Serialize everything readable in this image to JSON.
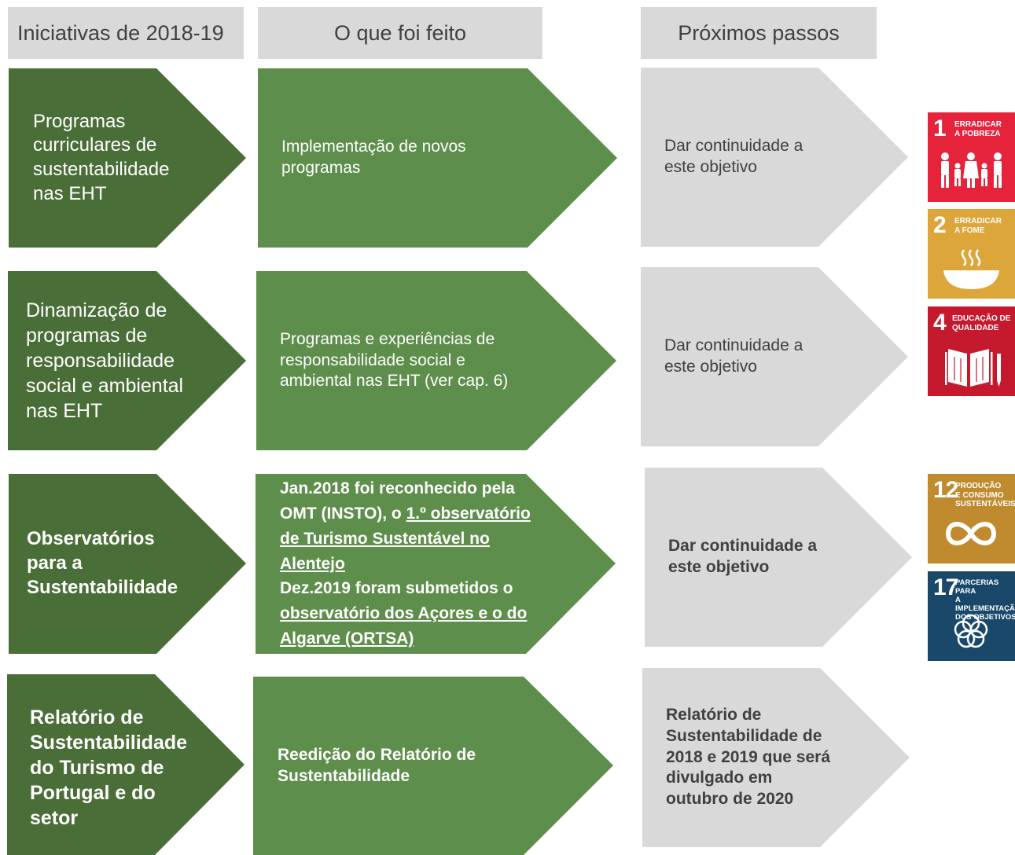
{
  "headers": [
    "Iniciativas de 2018-19",
    "O que foi feito",
    "Próximos passos"
  ],
  "rows": [
    {
      "initiative": [
        "Programas",
        "curriculares de",
        "sustentabilidade",
        "nas EHT"
      ],
      "done": [
        "Implementação de novos",
        "programas"
      ],
      "next": [
        "Dar continuidade a",
        "este objetivo"
      ]
    },
    {
      "initiative": [
        "Dinamização de",
        "programas de",
        "responsabilidade",
        "social e ambiental",
        "nas EHT"
      ],
      "done": [
        "Programas e experiências de",
        "responsabilidade social e",
        "ambiental nas EHT (ver cap. 6)"
      ],
      "next": [
        "Dar continuidade a",
        "este objetivo"
      ]
    },
    {
      "initiative": [
        "Observatórios",
        "para a",
        "Sustentabilidade"
      ],
      "done_parts": {
        "l1": "Jan.2018 foi reconhecido pela",
        "l2a": "OMT (INSTO), o ",
        "l2b": "1.º observatório",
        "l3": "de Turismo Sustentável no",
        "l4": "Alentejo",
        "l5": "Dez.2019 foram submetidos o",
        "l6": "observatório dos Açores e o do",
        "l7": "Algarve (ORTSA)"
      },
      "next": [
        "Dar continuidade a",
        "este objetivo"
      ]
    },
    {
      "initiative": [
        "Relatório de",
        "Sustentabilidade",
        "do Turismo de",
        "Portugal e do",
        "setor"
      ],
      "done": [
        "Reedição do Relatório de",
        "Sustentabilidade"
      ],
      "next": [
        "Relatório de",
        "Sustentabilidade de",
        "2018 e 2019 que será",
        "divulgado em",
        "outubro de 2020"
      ]
    }
  ],
  "sdg_goals": [
    {
      "number": "1",
      "label": [
        "Erradicar",
        "a pobreza"
      ],
      "color": "#e5243b",
      "icon": "family-icon"
    },
    {
      "number": "2",
      "label": [
        "Erradicar",
        "a fome"
      ],
      "color": "#dda63a",
      "icon": "bowl-icon"
    },
    {
      "number": "4",
      "label": [
        "Educação de",
        "qualidade"
      ],
      "color": "#c5192d",
      "icon": "book-pencil-icon"
    },
    {
      "number": "12",
      "label": [
        "Produção",
        "e consumo",
        "sustentáveis"
      ],
      "color": "#bf8b2e",
      "icon": "infinity-icon"
    },
    {
      "number": "17",
      "label": [
        "Parcerias para",
        "a implementação",
        "dos objetivos"
      ],
      "color": "#19486a",
      "icon": "rings-icon"
    }
  ],
  "colors": {
    "dark_green": "#4a6e37",
    "green": "#5e8e4b",
    "grey": "#d9d9d9",
    "text_grey": "#404040"
  }
}
